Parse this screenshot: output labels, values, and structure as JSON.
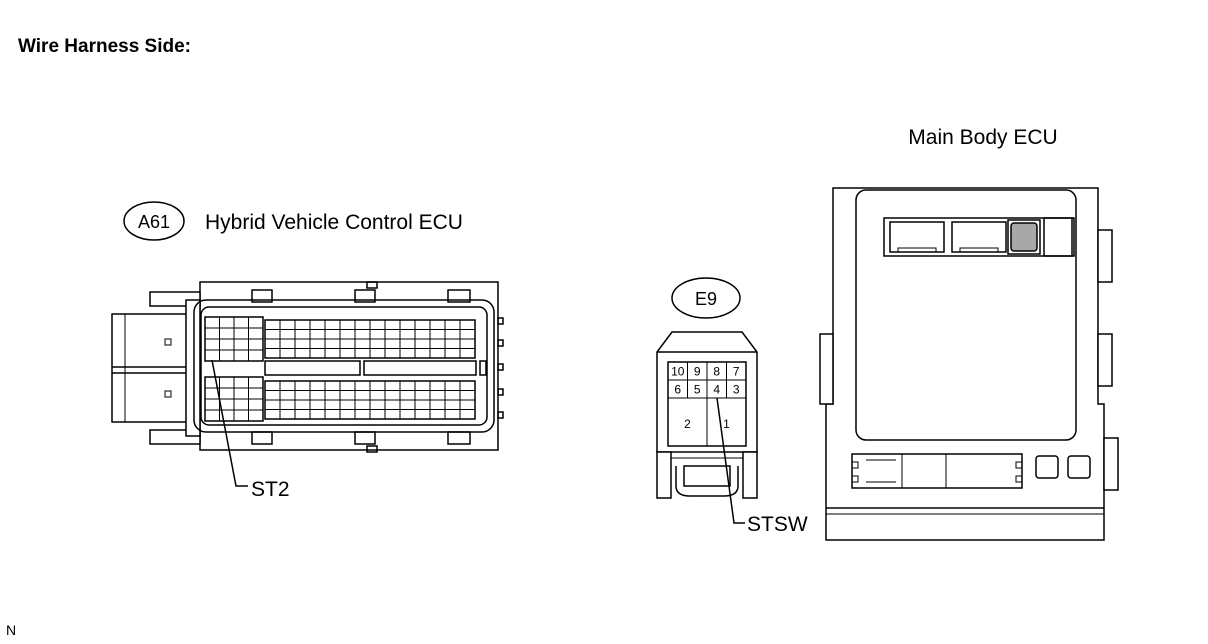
{
  "title": "Wire Harness Side:",
  "connectors": {
    "a61": {
      "code": "A61",
      "name": "Hybrid Vehicle Control ECU",
      "pin_label": "ST2"
    },
    "e9": {
      "code": "E9",
      "pin_label": "STSW",
      "pins": [
        "10",
        "9",
        "8",
        "7",
        "6",
        "5",
        "4",
        "3",
        "2",
        "1"
      ]
    },
    "main_body": {
      "name": "Main Body ECU",
      "highlight_color": "#a8a8a8"
    }
  },
  "footer_code": "N"
}
